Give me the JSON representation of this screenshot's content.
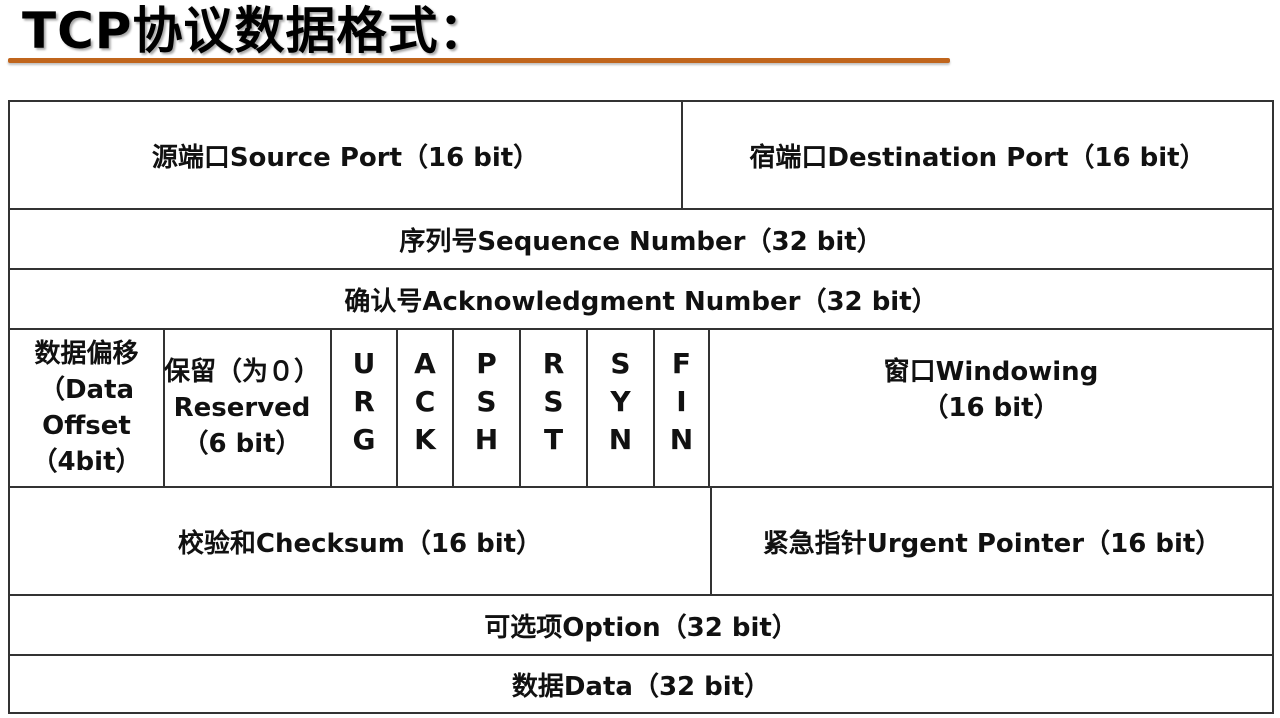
{
  "title": "TCP协议数据格式：",
  "rows": {
    "source_port": "源端口Source Port（16 bit）",
    "dest_port": "宿端口Destination Port（16 bit）",
    "seq": "序列号Sequence Number（32 bit）",
    "ack": "确认号Acknowledgment Number（32 bit）",
    "data_offset": [
      "数据偏移",
      "（Data",
      "Offset",
      "（4bit）"
    ],
    "reserved": [
      "保留（为０）",
      "Reserved",
      "（6 bit）"
    ],
    "flags": [
      {
        "name": "URG",
        "letters": [
          "U",
          "R",
          "G"
        ]
      },
      {
        "name": "ACK",
        "letters": [
          "A",
          "C",
          "K"
        ]
      },
      {
        "name": "PSH",
        "letters": [
          "P",
          "S",
          "H"
        ]
      },
      {
        "name": "RST",
        "letters": [
          "R",
          "S",
          "T"
        ]
      },
      {
        "name": "SYN",
        "letters": [
          "S",
          "Y",
          "N"
        ]
      },
      {
        "name": "FIN",
        "letters": [
          "F",
          "I",
          "N"
        ]
      }
    ],
    "window": [
      "窗口Windowing",
      "（16 bit）"
    ],
    "checksum": "校验和Checksum（16 bit）",
    "urgent": "紧急指针Urgent Pointer（16 bit）",
    "option": "可选项Option（32 bit）",
    "data": "数据Data（32 bit）"
  },
  "colors": {
    "rule": "#c0651c",
    "border": "#333333"
  }
}
